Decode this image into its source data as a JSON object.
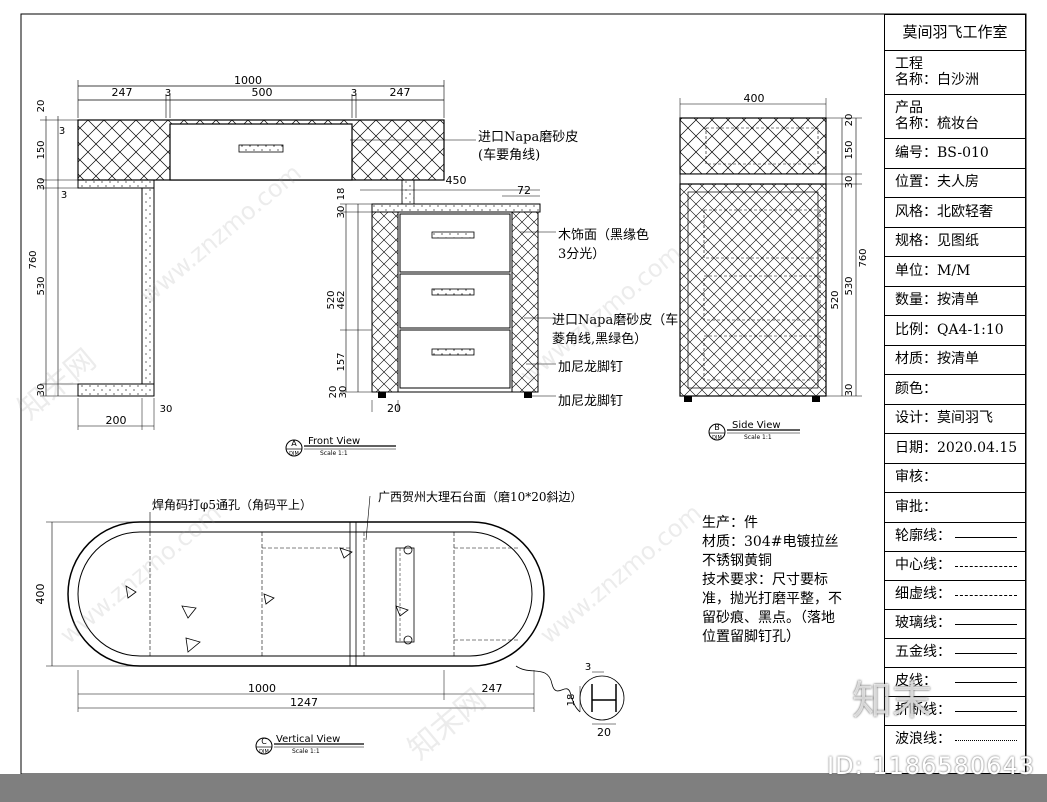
{
  "title_block": {
    "studio": "莫间羽飞工作室",
    "rows": [
      {
        "label": "工程",
        "value": "名称：白沙洲"
      },
      {
        "label": "产品",
        "value": "名称：梳妆台"
      },
      {
        "label": "编号：",
        "value": "BS-010"
      },
      {
        "label": "位置：",
        "value": "夫人房"
      },
      {
        "label": "风格：",
        "value": "北欧轻奢"
      },
      {
        "label": "规格：",
        "value": "见图纸"
      },
      {
        "label": "单位：",
        "value": "M/M"
      },
      {
        "label": "数量：",
        "value": "按清单"
      },
      {
        "label": "比例：",
        "value": "QA4-1:10"
      },
      {
        "label": "材质：",
        "value": "按清单"
      },
      {
        "label": "颜色：",
        "value": ""
      },
      {
        "label": "设计：",
        "value": "莫间羽飞"
      },
      {
        "label": "日期：",
        "value": "2020.04.15"
      },
      {
        "label": "审核：",
        "value": ""
      },
      {
        "label": "审批：",
        "value": ""
      }
    ],
    "legend": [
      {
        "label": "轮廓线：",
        "style": "solid"
      },
      {
        "label": "中心线：",
        "style": "dashdot"
      },
      {
        "label": "细虚线：",
        "style": "dashed"
      },
      {
        "label": "玻璃线：",
        "style": "solid"
      },
      {
        "label": "五金线：",
        "style": "solid"
      },
      {
        "label": "皮线：",
        "style": "solid"
      },
      {
        "label": "折断线：",
        "style": "break"
      },
      {
        "label": "波浪线：",
        "style": "wave"
      }
    ]
  },
  "front_view": {
    "dims_top": [
      "1000",
      "247",
      "3",
      "500",
      "3",
      "247"
    ],
    "dims_left": [
      "20",
      "3",
      "150",
      "30",
      "3",
      "760",
      "530",
      "30"
    ],
    "dims_bottom": [
      "200",
      "30"
    ],
    "label_circle": "A",
    "label_circle_sub": "DIM",
    "label_text": "Front View",
    "scale_text": "Scale 1:1",
    "note_napa": "进口Napa磨砂皮",
    "note_napa_2": "(车要角线)"
  },
  "section_view": {
    "dims_top": [
      "450",
      "72"
    ],
    "dims_left": [
      "18",
      "30",
      "520",
      "462",
      "157",
      "20",
      "30"
    ],
    "dims_bottom": [
      "20"
    ],
    "note_wood": "木饰面（黑缘色",
    "note_wood_2": "3分光）",
    "note_napa": "进口Napa磨砂皮（车",
    "note_napa_2": "菱角线,黑绿色）",
    "note_nail_1": "加尼龙脚钉",
    "note_nail_2": "加尼龙脚钉"
  },
  "side_view": {
    "dims_top": [
      "400"
    ],
    "dims_right": [
      "20",
      "150",
      "30",
      "760",
      "530",
      "520",
      "30"
    ],
    "label_circle": "B",
    "label_circle_sub": "DIM",
    "label_text": "Side View",
    "scale_text": "Scale 1:1"
  },
  "vertical_view": {
    "dims_left": [
      "400"
    ],
    "dims_bottom": [
      "1000",
      "247",
      "1247"
    ],
    "note_weld": "焊角码打φ5通孔（角码平上）",
    "note_marble": "广西贺州大理石台面（磨10*20斜边）",
    "detail_dims": [
      "3",
      "18",
      "20"
    ],
    "label_circle": "C",
    "label_circle_sub": "DIM",
    "label_text": "Vertical View",
    "scale_text": "Scale 1:1"
  },
  "production_notes": "生产：件\n材质：304#电镀拉丝不锈钢黄铜\n技术要求：尺寸要标准，抛光打磨平整，不留砂痕、黑点。（落地位置留脚钉孔）",
  "watermark": "www.znzmo.com",
  "watermark_brand": "知末网",
  "brand_mark": "知末",
  "image_id": "ID: 1186580643"
}
